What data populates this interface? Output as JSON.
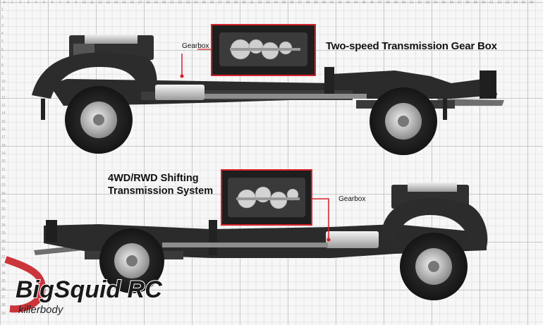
{
  "top": {
    "heading": "Two-speed Transmission Gear Box",
    "callout": "Gearbox"
  },
  "bottom": {
    "heading": "4WD/RWD Shifting\nTransmission System",
    "callout": "Gearbox"
  },
  "watermark": {
    "brand": "BigSquid RC",
    "tagline": "killerbody"
  },
  "ruler": {
    "top": [
      "0",
      "1",
      "2",
      "3",
      "4",
      "5",
      "6",
      "7",
      "8",
      "9",
      "10",
      "11",
      "12",
      "13",
      "14",
      "15",
      "16",
      "17",
      "18",
      "19",
      "20",
      "21",
      "22",
      "23",
      "24",
      "25",
      "26",
      "27",
      "28",
      "29",
      "30",
      "31",
      "32",
      "33",
      "34",
      "35",
      "36",
      "37",
      "38",
      "39",
      "40",
      "41",
      "42",
      "43",
      "44",
      "45",
      "46",
      "47",
      "48",
      "49",
      "50",
      "51",
      "52",
      "53",
      "54",
      "55",
      "56",
      "57",
      "58",
      "59",
      "60",
      "61",
      "62",
      "63",
      "64",
      "65",
      "66"
    ],
    "left": [
      "1",
      "2",
      "3",
      "4",
      "5",
      "6",
      "7",
      "8",
      "9",
      "10",
      "11",
      "12",
      "13",
      "14",
      "15",
      "16",
      "17",
      "18",
      "19",
      "20",
      "21",
      "22",
      "23",
      "24",
      "25",
      "26",
      "27",
      "28",
      "29",
      "30",
      "31",
      "32",
      "33",
      "34",
      "35",
      "36",
      "37",
      "38",
      "39"
    ]
  },
  "colors": {
    "callout_red": "#d6212a",
    "frame_dark": "#2a2a2a",
    "grid_major": "#c9c9c9"
  }
}
